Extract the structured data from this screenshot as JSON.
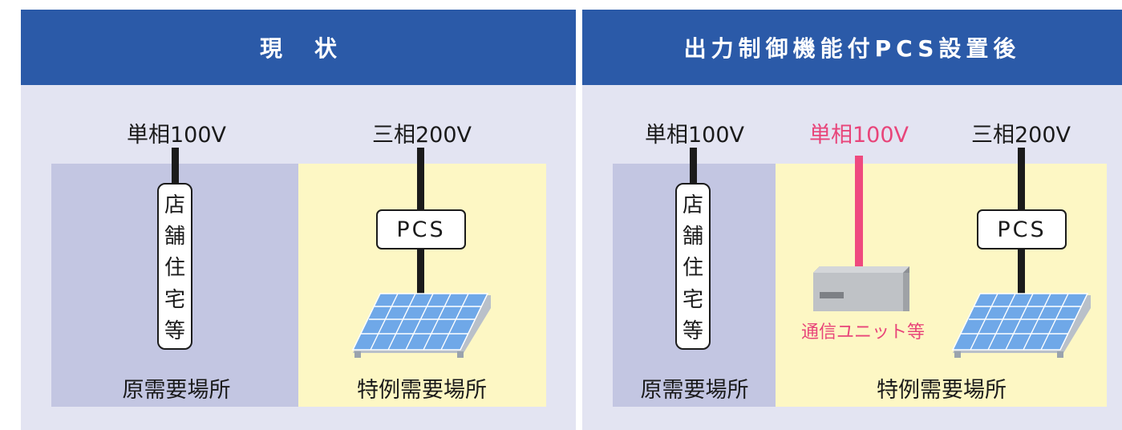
{
  "left_panel": {
    "header": "現状",
    "supply_single": "単相100V",
    "supply_three": "三相200V",
    "box_chars": [
      "店",
      "舗",
      "住",
      "宅",
      "等"
    ],
    "pcs_label": "PCS",
    "zone_original": "原需要場所",
    "zone_special": "特例需要場所"
  },
  "right_panel": {
    "header": "出力制御機能付PCS設置後",
    "supply_single": "単相100V",
    "supply_single_new": "単相100V",
    "supply_three": "三相200V",
    "box_chars": [
      "店",
      "舗",
      "住",
      "宅",
      "等"
    ],
    "pcs_label": "PCS",
    "unit_label": "通信ユニット等",
    "zone_original": "原需要場所",
    "zone_special": "特例需要場所"
  },
  "colors": {
    "header_bg": "#2b5aa8",
    "panel_bg": "#e3e4f2",
    "original_zone": "#c3c6e2",
    "special_zone": "#fdf7c4",
    "pink_accent": "#ef4a7e",
    "wire": "#1b1b1b"
  },
  "icons": [
    "solar-panel-icon",
    "communication-unit-icon"
  ]
}
